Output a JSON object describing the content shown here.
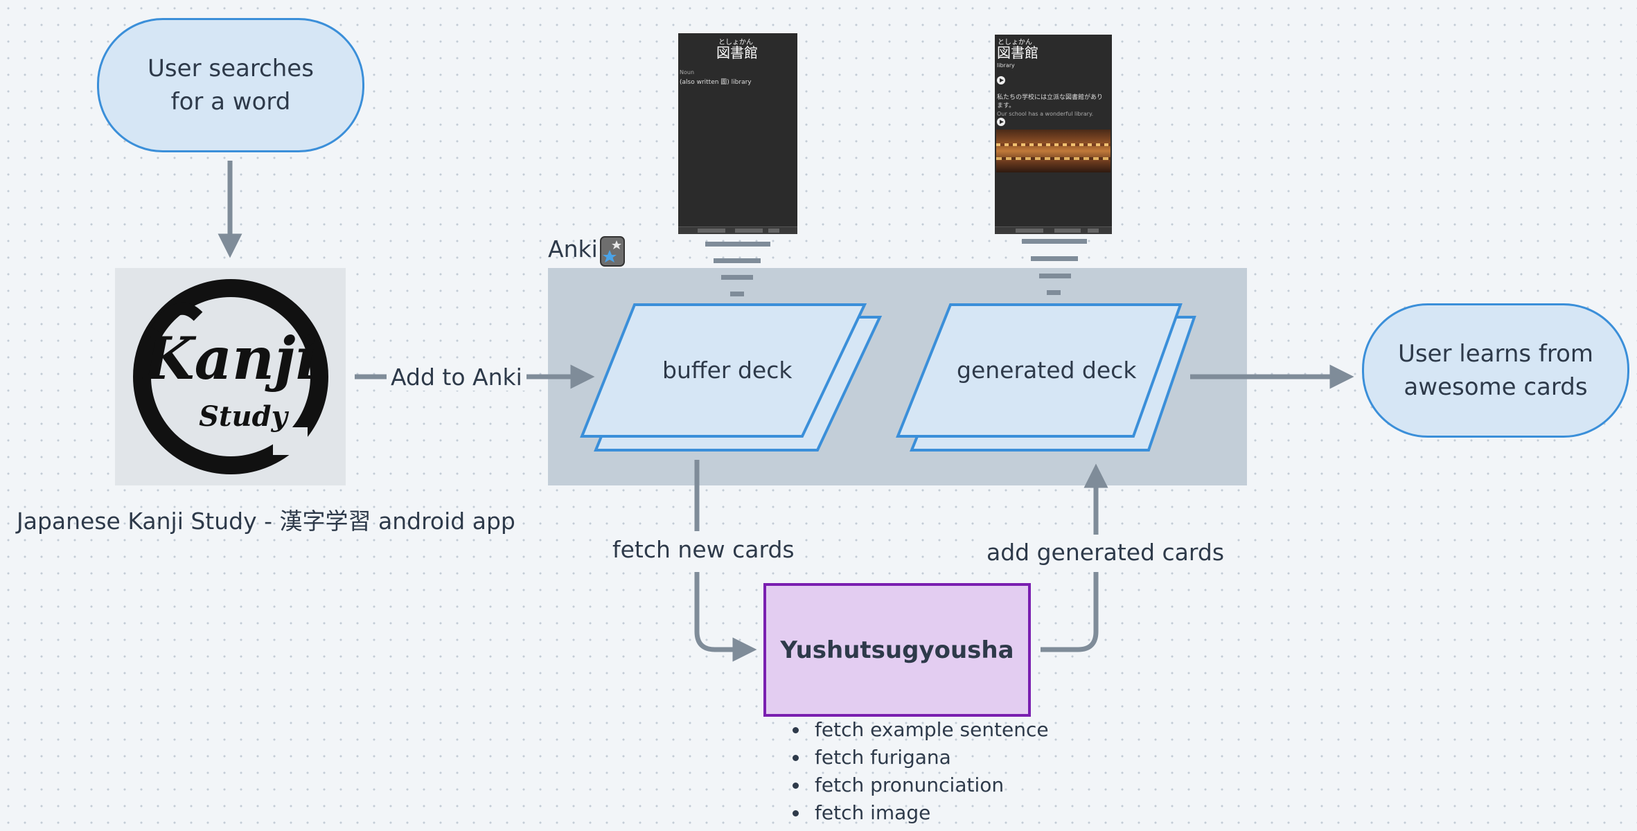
{
  "nodes": {
    "start": "User searches\nfor a word",
    "end": "User learns from\nawesome cards",
    "buffer_deck": "buffer deck",
    "generated_deck": "generated deck",
    "process": "Yushutsugyousha",
    "anki_group": "Anki"
  },
  "labels": {
    "app_caption": "Japanese Kanji Study - 漢字学習 android app",
    "add_to_anki": "Add to Anki",
    "fetch_new_cards": "fetch new cards",
    "add_generated_cards": "add generated cards"
  },
  "process_steps": [
    "fetch example sentence",
    "fetch furigana",
    "fetch pronunciation",
    "fetch image"
  ],
  "logo": {
    "line1": "Kanji",
    "line2": "Study"
  },
  "card_simple": {
    "furigana": "としょかん",
    "kanji": "図書館",
    "pos": "Noun",
    "meaning": "(also written 圖) library"
  },
  "card_generated": {
    "furigana": "としょかん",
    "kanji": "図書館",
    "meaning": "library",
    "sentence_jp": "私たちの学校には立派な図書館があります。",
    "sentence_en": "Our school has a wonderful library."
  },
  "colors": {
    "terminator_fill": "#d6e6f5",
    "terminator_stroke": "#3b8fd9",
    "group_fill": "#c3ced8",
    "process_fill": "#e3cdf1",
    "process_stroke": "#7a1fb0",
    "connector": "#7f8c99"
  }
}
